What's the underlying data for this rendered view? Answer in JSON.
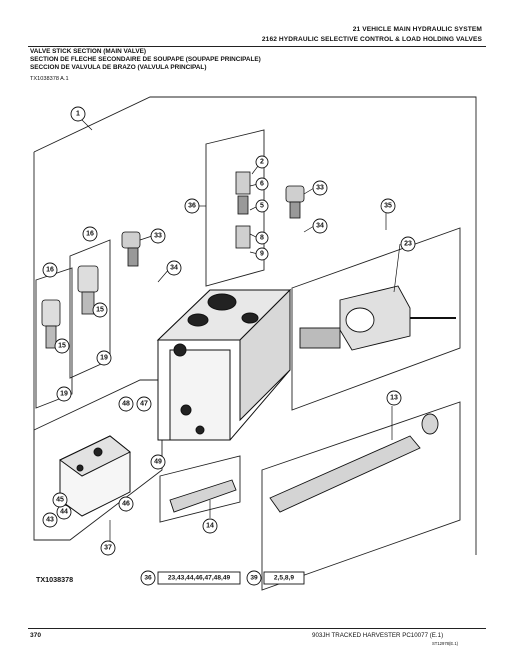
{
  "header": {
    "section": "21 VEHICLE MAIN HYDRAULIC SYSTEM",
    "group": "2162 HYDRAULIC SELECTIVE CONTROL & LOAD HOLDING VALVES"
  },
  "title": {
    "en": "VALVE STICK SECTION (MAIN VALVE)",
    "fr": "SECTION DE FLECHE SECONDAIRE DE SOUPAPE (SOUPAPE PRINCIPALE)",
    "es": "SECCION DE VALVULA DE BRAZO (VALVULA PRINCIPAL)"
  },
  "illustration_ref": "TX1038378 A.1",
  "figure_ref": "TX1038378",
  "callouts": [
    "1",
    "2",
    "6",
    "5",
    "8",
    "9",
    "33",
    "34",
    "36",
    "16",
    "16",
    "15",
    "15",
    "19",
    "19",
    "33",
    "34",
    "35",
    "23",
    "13",
    "47",
    "48",
    "49",
    "46",
    "43",
    "44",
    "45",
    "37",
    "14"
  ],
  "legend": [
    {
      "key": "36",
      "items": "23,43,44,46,47,48,49"
    },
    {
      "key": "39",
      "items": "2,5,8,9"
    }
  ],
  "footer": {
    "page": "370",
    "model": "903JH TRACKED HARVESTER   PC10077   (E.1)",
    "code": "ST12978(E.1)"
  }
}
